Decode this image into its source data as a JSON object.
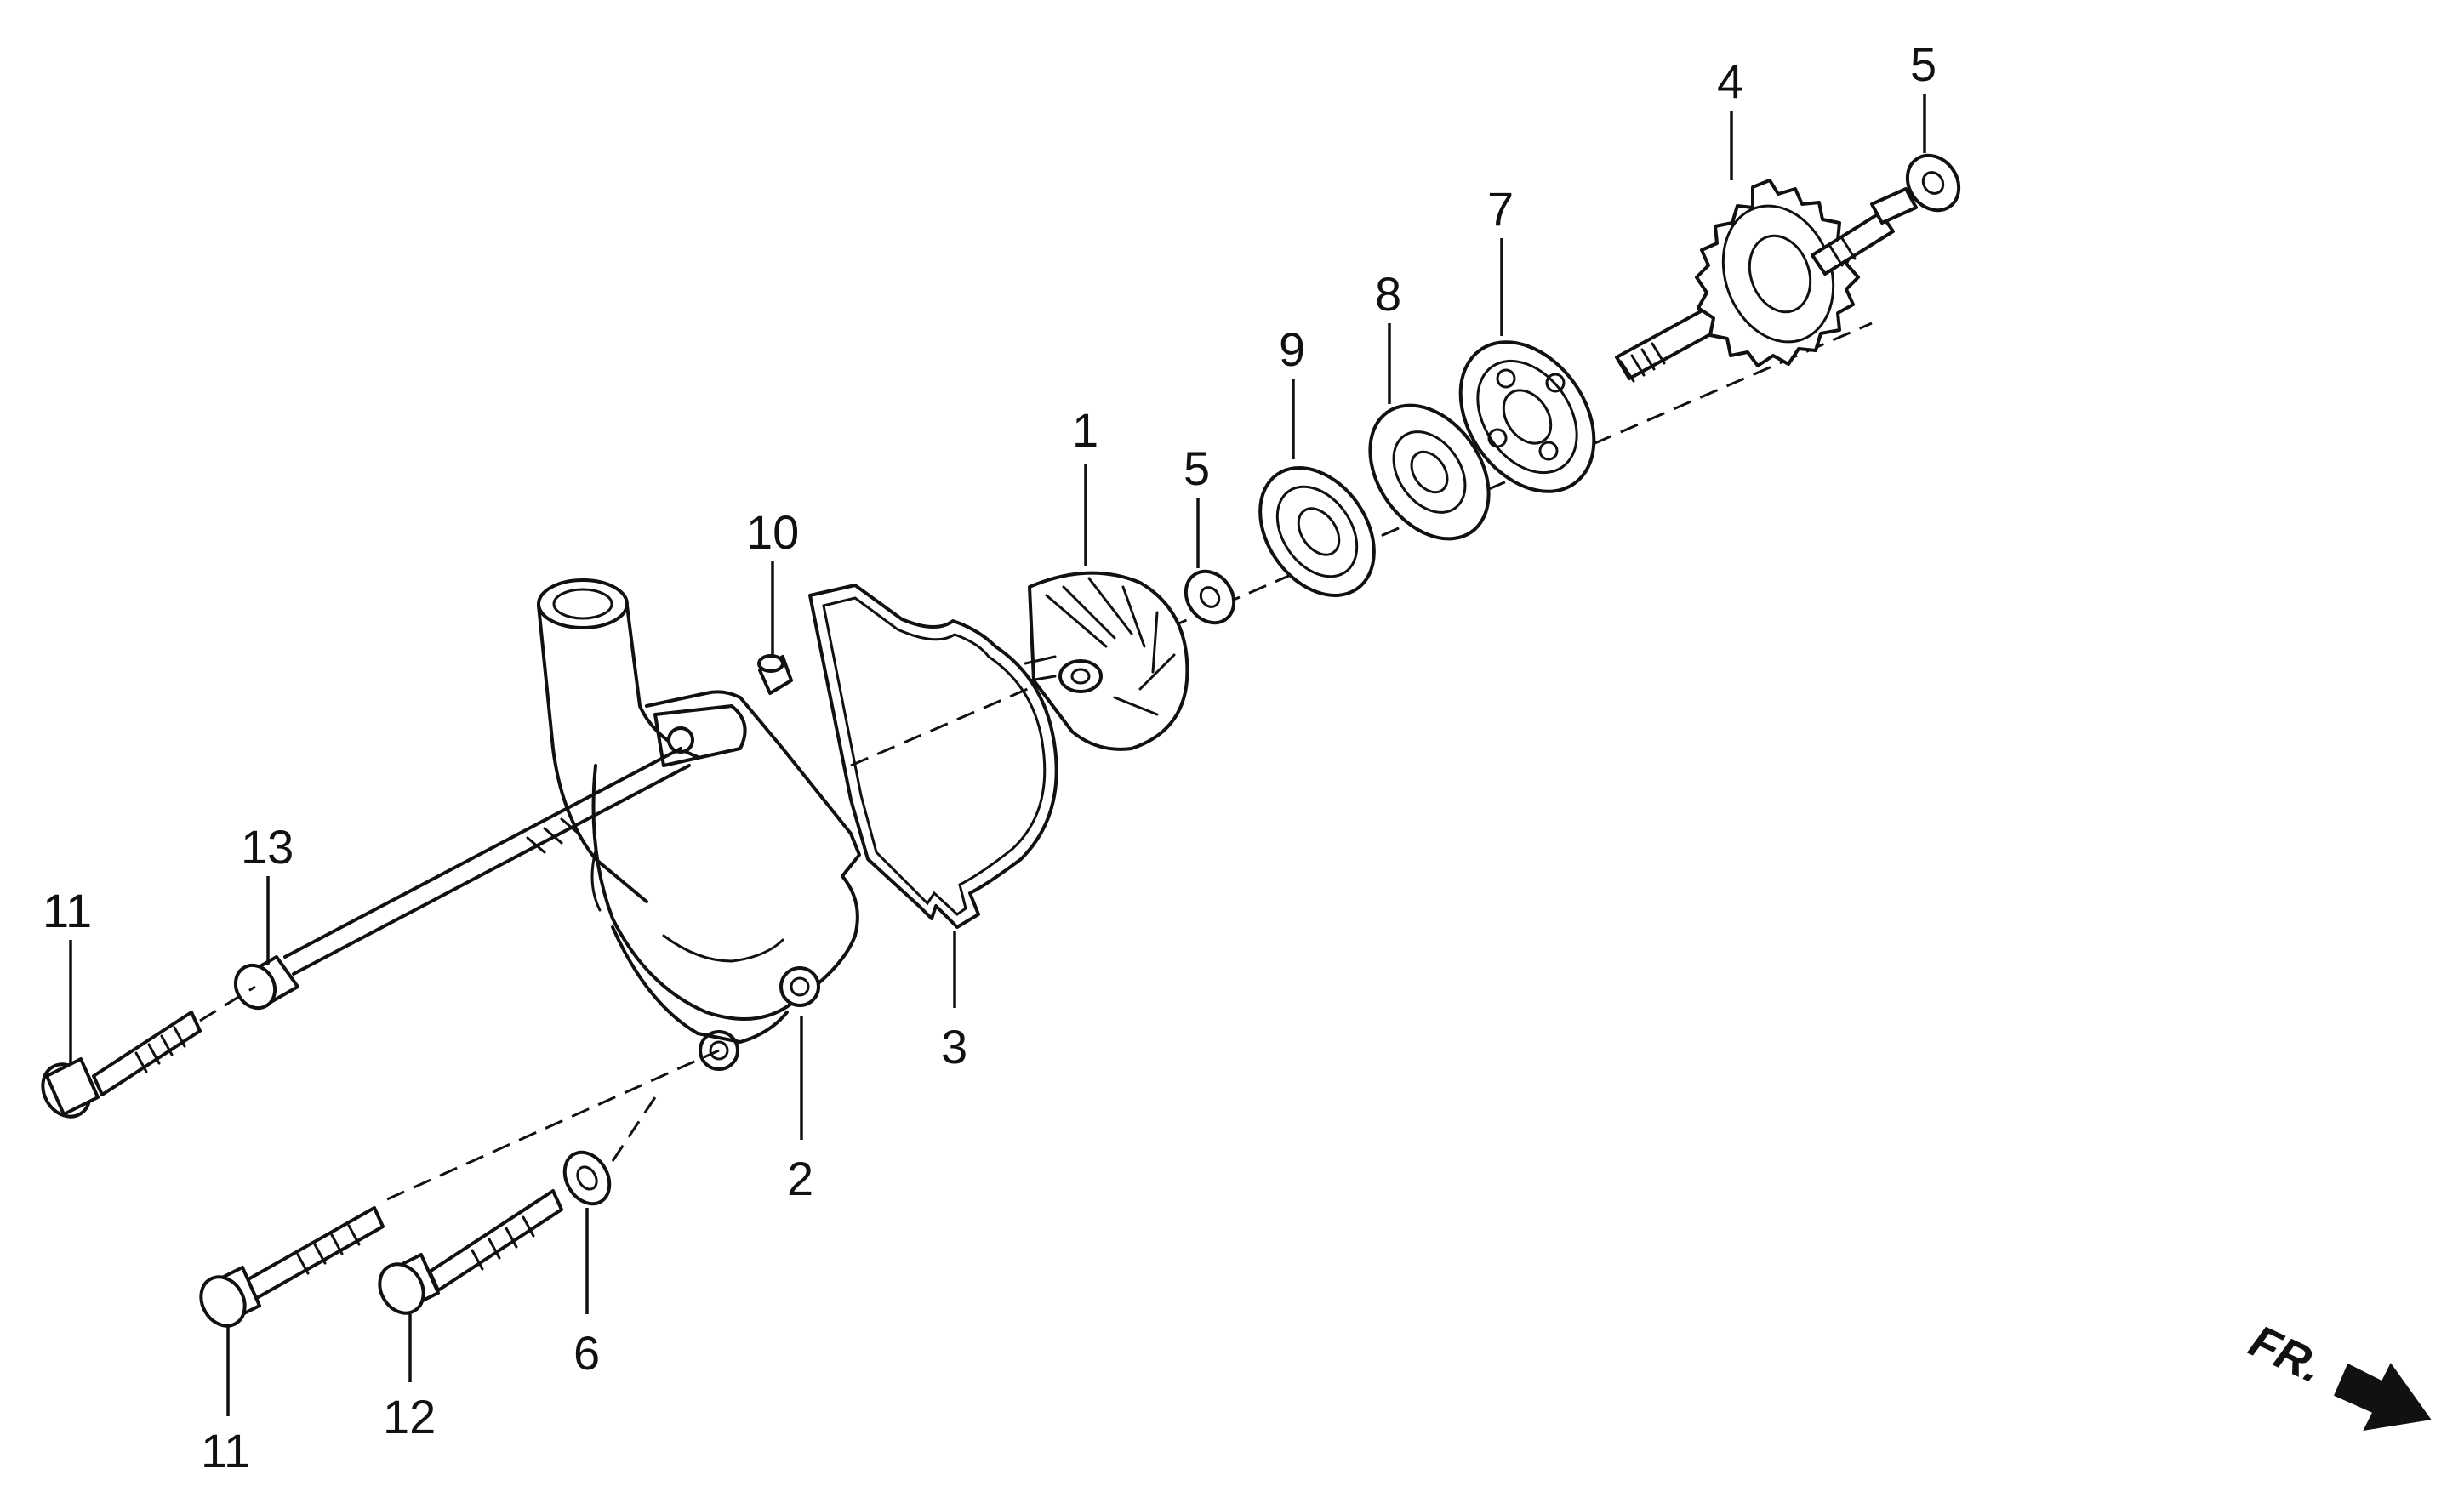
{
  "diagram": {
    "callouts": {
      "c1": "1",
      "c2": "2",
      "c3": "3",
      "c4": "4",
      "c5a": "5",
      "c5b": "5",
      "c6": "6",
      "c7": "7",
      "c8": "8",
      "c9": "9",
      "c10": "10",
      "c11a": "11",
      "c11b": "11",
      "c12": "12",
      "c13": "13"
    },
    "direction_label": "FR."
  },
  "colors": {
    "ink": "#111111",
    "background": "#ffffff"
  }
}
